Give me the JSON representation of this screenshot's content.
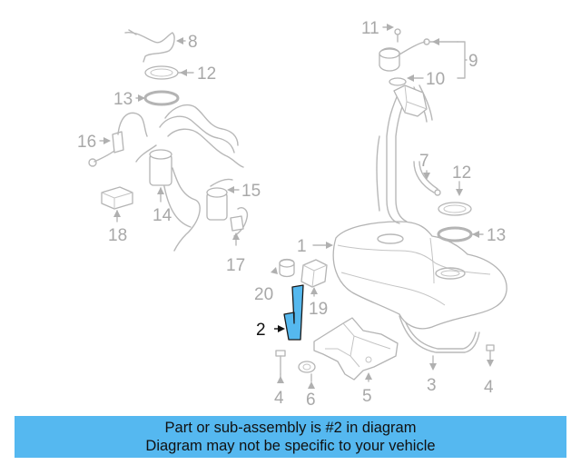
{
  "diagram": {
    "highlighted_part": "2",
    "labels": {
      "p1": "1",
      "p2": "2",
      "p3": "3",
      "p4a": "4",
      "p4b": "4",
      "p5": "5",
      "p6": "6",
      "p7": "7",
      "p8": "8",
      "p9": "9",
      "p10": "10",
      "p11": "11",
      "p12a": "12",
      "p12b": "12",
      "p13a": "13",
      "p13b": "13",
      "p14": "14",
      "p15": "15",
      "p16": "16",
      "p17": "17",
      "p18": "18",
      "p19": "19",
      "p20": "20"
    },
    "colors": {
      "highlight": "#55b8ee",
      "line": "#b8b8b8",
      "banner": "#55b8f0"
    }
  },
  "banner": {
    "line1": "Part or sub-assembly is #2 in diagram",
    "line2": "Diagram may not be specific to your vehicle"
  }
}
